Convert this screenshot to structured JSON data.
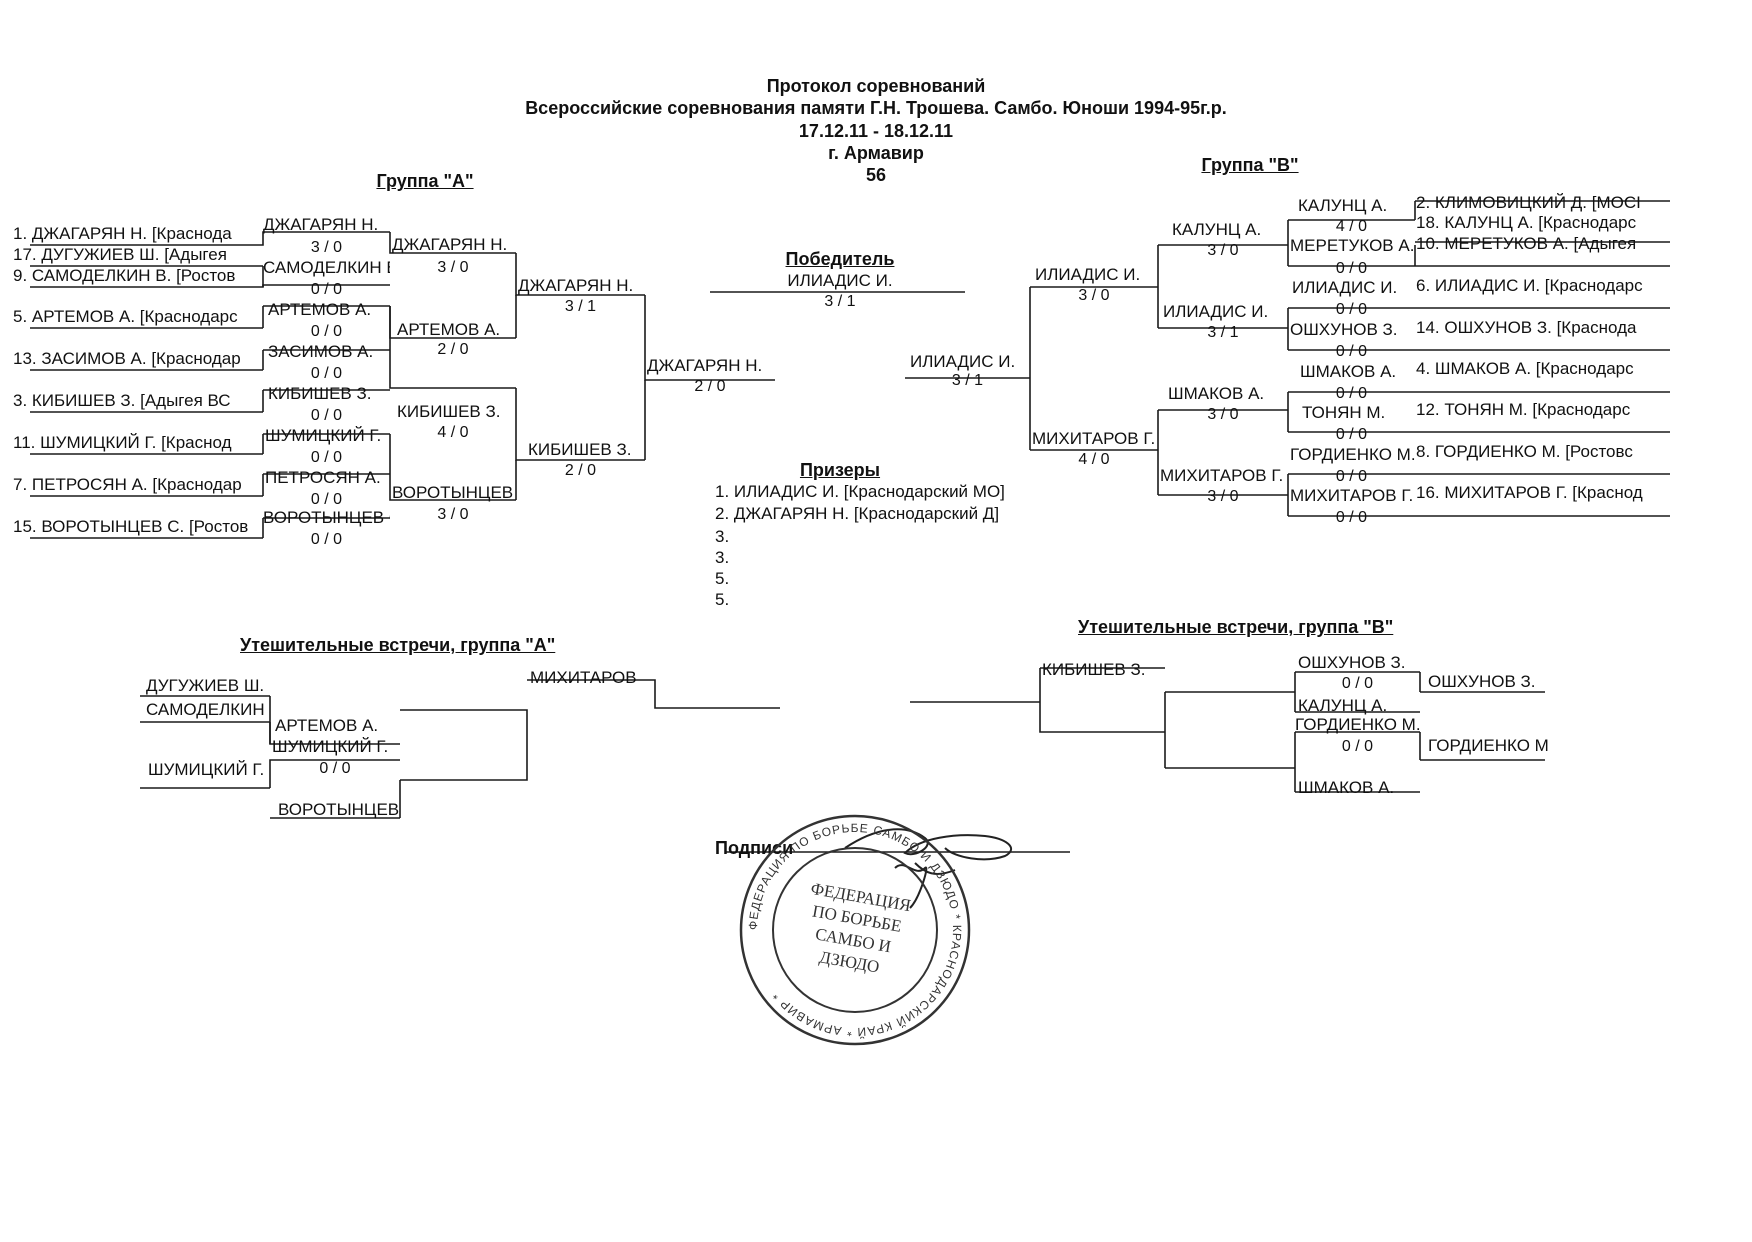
{
  "header": {
    "title": "Протокол соревнований",
    "subtitle": "Всероссийские соревнования памяти Г.Н. Трошева. Самбо. Юноши 1994-95г.р.",
    "dates": "17.12.11 - 18.12.11",
    "city": "г. Армавир",
    "weight": "56"
  },
  "group_a": {
    "title": "Группа \"А\"",
    "entries": [
      "1. ДЖАГАРЯН Н.  [Краснода",
      "17. ДУГУЖИЕВ Ш.  [Адыгея",
      "9. САМОДЕЛКИН В.  [Ростов",
      "5. АРТЕМОВ А.  [Краснодарс",
      "13. ЗАСИМОВ А.  [Краснодар",
      "3. КИБИШЕВ З.  [Адыгея  ВС",
      "11. ШУМИЦКИЙ Г.  [Краснод",
      "7. ПЕТРОСЯН А.  [Краснодар",
      "15. ВОРОТЫНЦЕВ С.  [Ростов"
    ],
    "prelim": [
      {
        "name": "ДЖАГАРЯН Н.",
        "score": "3  /  0",
        "loser": "САМОДЕЛКИН В."
      }
    ],
    "round1": [
      {
        "name": "САМОДЕЛКИН В.",
        "score": "0  /  0"
      },
      {
        "name": "АРТЕМОВ А.",
        "score": "0  /  0"
      },
      {
        "name": "ЗАСИМОВ А.",
        "score": "0  /  0"
      },
      {
        "name": "КИБИШЕВ З.",
        "score": "0  /  0"
      },
      {
        "name": "ШУМИЦКИЙ Г.",
        "score": "0  /  0"
      },
      {
        "name": "ПЕТРОСЯН А.",
        "score": "0  /  0"
      },
      {
        "name": "ВОРОТЫНЦЕВ С.",
        "score": "0  /  0"
      }
    ],
    "round2": [
      {
        "name": "ДЖАГАРЯН Н.",
        "score": "3  /  0"
      },
      {
        "name": "АРТЕМОВ А.",
        "score": "2  /  0"
      },
      {
        "name": "КИБИШЕВ З.",
        "score": "4  /  0"
      },
      {
        "name": "ВОРОТЫНЦЕВ С.",
        "score": "3  /  0"
      }
    ],
    "round3": [
      {
        "name": "ДЖАГАРЯН Н.",
        "score": "3  /  1"
      },
      {
        "name": "КИБИШЕВ З.",
        "score": "2  /  0"
      }
    ],
    "final": {
      "name": "ДЖАГАРЯН Н.",
      "score": "2  /  0"
    }
  },
  "group_b": {
    "title": "Группа  \"В\"",
    "entries": [
      "2. КЛИМОВИЦКИЙ Д.  [МОСІ",
      "18. КАЛУНЦ А.  [Краснодарс",
      "10. МЕРЕТУКОВ А.  [Адыгея",
      "6. ИЛИАДИС И.  [Краснодарс",
      "14. ОШХУНОВ З.  [Краснода",
      "4. ШМАКОВ А.  [Краснодарс",
      "12. ТОНЯН М.  [Краснодарс",
      "8. ГОРДИЕНКО М.  [Ростовс",
      "16. МИХИТАРОВ Г.  [Краснод"
    ],
    "prelim": [
      {
        "name": "КАЛУНЦ А.",
        "score": "4  /  0"
      }
    ],
    "round1": [
      {
        "name": "МЕРЕТУКОВ А.",
        "score": "0  /  0"
      },
      {
        "name": "ИЛИАДИС И.",
        "score": "0  /  0"
      },
      {
        "name": "ОШХУНОВ З.",
        "score": "0  /  0"
      },
      {
        "name": "ШМАКОВ А.",
        "score": "0  /  0"
      },
      {
        "name": "ТОНЯН М.",
        "score": "0  /  0"
      },
      {
        "name": "ГОРДИЕНКО М.",
        "score": "0  /  0"
      },
      {
        "name": "МИХИТАРОВ Г.",
        "score": "0  /  0"
      }
    ],
    "round2": [
      {
        "name": "КАЛУНЦ А.",
        "score": "3  /  0"
      },
      {
        "name": "ИЛИАДИС И.",
        "score": "3  /  1"
      },
      {
        "name": "ШМАКОВ А.",
        "score": "3  /  0"
      },
      {
        "name": "МИХИТАРОВ Г.",
        "score": "3  /  0"
      }
    ],
    "round3": [
      {
        "name": "ИЛИАДИС И.",
        "score": "3  /  0"
      },
      {
        "name": "МИХИТАРОВ Г.",
        "score": "4  /  0"
      }
    ],
    "final": {
      "name": "ИЛИАДИС И.",
      "score": "3  /  1"
    }
  },
  "winner": {
    "heading": "Победитель",
    "name": "ИЛИАДИС И.",
    "score": "3  /  1"
  },
  "prizes": {
    "heading": "Призеры",
    "items": [
      "1. ИЛИАДИС И.    [Краснодарский  МО]",
      "2. ДЖАГАРЯН Н.    [Краснодарский  Д]",
      "3.",
      "3.",
      "5.",
      "5."
    ]
  },
  "cons_a": {
    "title": "Утешительные встречи, группа \"А\"",
    "r1_top": "ДУГУЖИЕВ Ш.",
    "r1_bottom": "САМОДЕЛКИН В.",
    "r1b_top": "АРТЕМОВ А.",
    "r1b_bottom": "ШУМИЦКИЙ Г.",
    "r1b_score": "0  /  0",
    "r1_single": "ШУМИЦКИЙ Г.",
    "r1_last": "ВОРОТЫНЦЕВ С.",
    "final_name": "МИХИТАРОВ"
  },
  "cons_b": {
    "title": "Утешительные встречи, группа \"В\"",
    "left": "КИБИШЕВ З.",
    "m1_top": "ОШХУНОВ З.",
    "m1_score": "0  /  0",
    "m1_bottom": "КАЛУНЦ А.",
    "m1_winner": "ОШХУНОВ З.",
    "m2_top": "ГОРДИЕНКО М.",
    "m2_score": "0  /  0",
    "m2_bottom": "ШМАКОВ А.",
    "m2_winner": "ГОРДИЕНКО М."
  },
  "signature": {
    "label": "Подписи"
  },
  "stamp": {
    "outer": "ФЕДЕРАЦИЯ ПО БОРЬБЕ САМБО И ДЗЮДО * КРАСНОДАРСКИЙ КРАЙ * АРМАВИР *",
    "center": [
      "ФЕДЕРАЦИЯ",
      "ПО БОРЬБЕ",
      "САМБО И",
      "ДЗЮДО"
    ]
  }
}
